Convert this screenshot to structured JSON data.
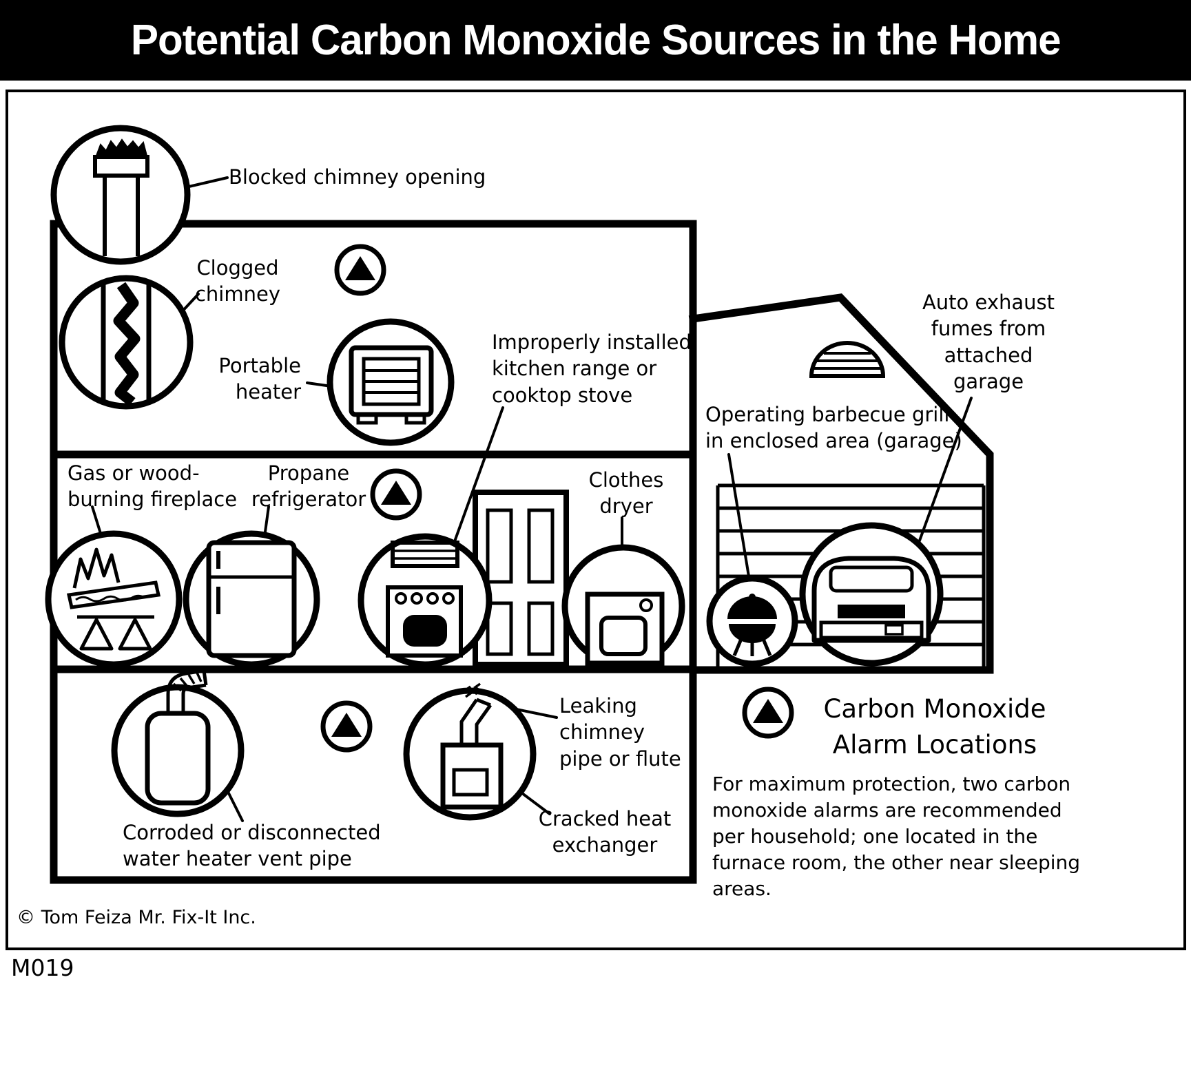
{
  "title": "Potential Carbon Monoxide Sources in the Home",
  "labels": {
    "blocked_chimney": "Blocked chimney opening",
    "clogged_chimney": "Clogged\nchimney",
    "portable_heater": "Portable\nheater",
    "kitchen_range": "Improperly installed\nkitchen range or\ncooktop stove",
    "fireplace": "Gas or wood-\nburning fireplace",
    "propane_refrigerator": "Propane\nrefrigerator",
    "clothes_dryer": "Clothes\ndryer",
    "barbecue_grill": "Operating barbecue grill\nin enclosed area (garage)",
    "auto_exhaust": "Auto exhaust\nfumes from\nattached\ngarage",
    "water_heater": "Corroded or disconnected\nwater heater vent pipe",
    "leaking_pipe": "Leaking\nchimney\npipe or flute",
    "cracked_exchanger": "Cracked heat\nexchanger"
  },
  "legend": {
    "title": "Carbon Monoxide\nAlarm Locations",
    "body": "For maximum protection, two carbon\nmonoxide alarms are recommended\nper household; one located in the\nfurnace room, the other near sleeping\nareas."
  },
  "footer": {
    "copyright": "© Tom Feiza Mr. Fix-It Inc.",
    "code": "M019"
  },
  "colors": {
    "ink": "#000000",
    "background": "#ffffff",
    "title_bg": "#000000",
    "title_text": "#ffffff"
  }
}
